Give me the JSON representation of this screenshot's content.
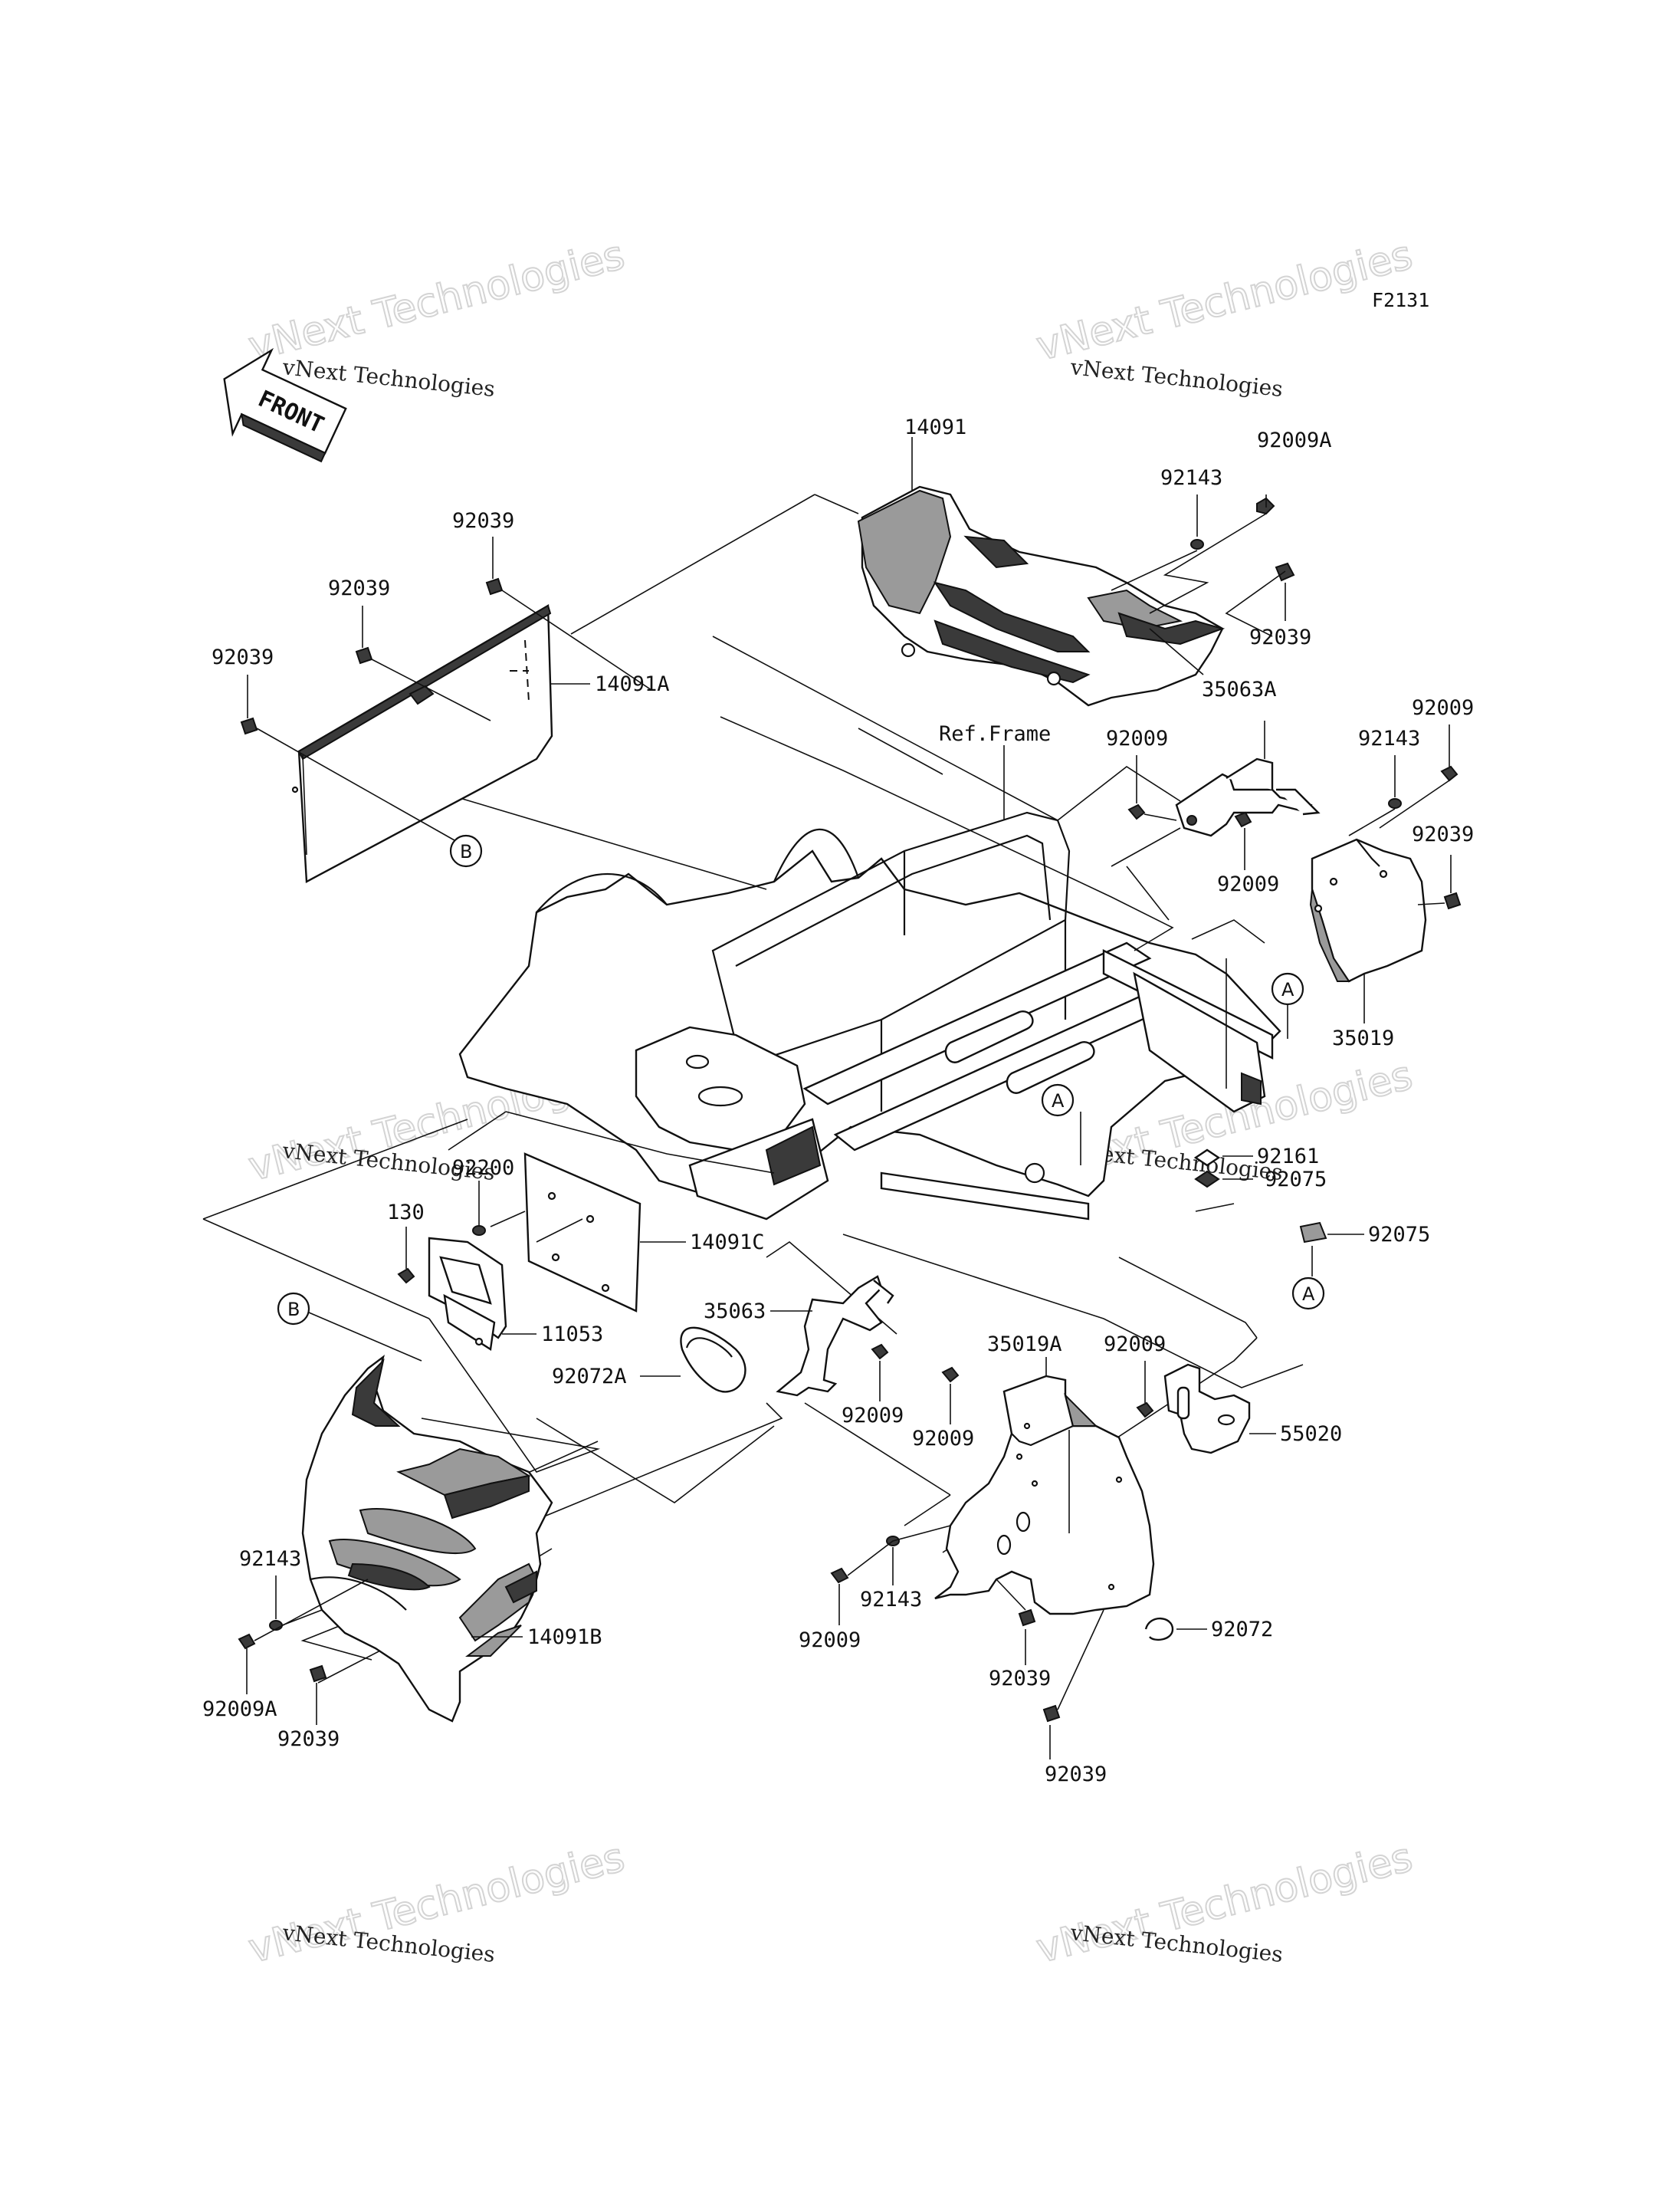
{
  "diagram_id": "F2131",
  "front_arrow_label": "FRONT",
  "watermark": {
    "large": "vNext Technologies",
    "small": "vNext Technologies"
  },
  "reference_label": "Ref.Frame",
  "reference_markers": {
    "a": "A",
    "b": "B"
  },
  "parts": {
    "p14091": "14091",
    "p14091A": "14091A",
    "p14091B": "14091B",
    "p14091C": "14091C",
    "p92009A_top": "92009A",
    "p92143_top": "92143",
    "p92039_top_right": "92039",
    "p92039_left_1": "92039",
    "p92039_left_2": "92039",
    "p92039_left_3": "92039",
    "p35063A": "35063A",
    "p92009_a": "92009",
    "p92009_b": "92009",
    "p92009_c": "92009",
    "p92143_right": "92143",
    "p92039_right": "92039",
    "p35019": "35019",
    "p92161": "92161",
    "p92075_a": "92075",
    "p92075_b": "92075",
    "p92200": "92200",
    "p130": "130",
    "p11053": "11053",
    "p35063": "35063",
    "p92072A": "92072A",
    "p92009_d": "92009",
    "p92009_e": "92009",
    "p35019A": "35019A",
    "p92009_f": "92009",
    "p55020": "55020",
    "p92143_left_bottom": "92143",
    "p92009A_bottom": "92009A",
    "p92039_bottom_left": "92039",
    "p92009_g": "92009",
    "p92143_bottom": "92143",
    "p92039_bottom_mid": "92039",
    "p92039_bottom_right": "92039",
    "p92072": "92072"
  }
}
